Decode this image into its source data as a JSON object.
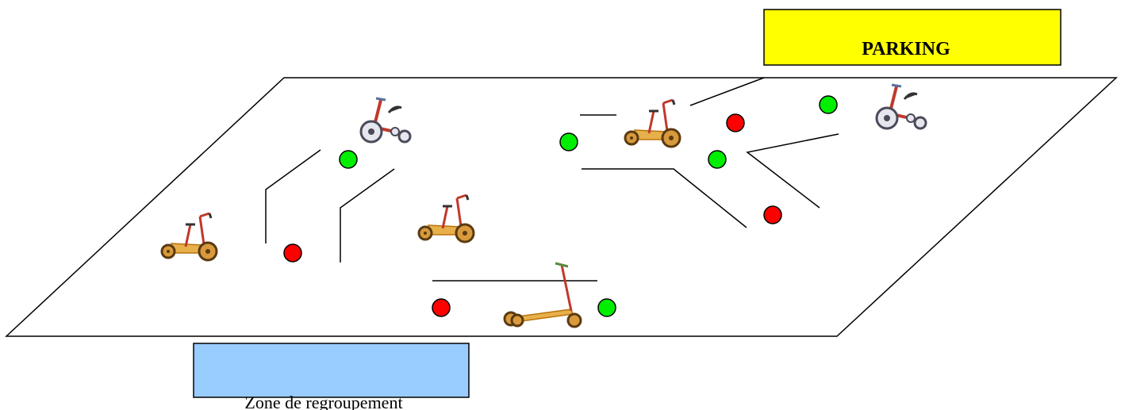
{
  "parking": {
    "label": "PARKING",
    "fill": "#ffff00"
  },
  "gathering_zone": {
    "label": "Zone de regroupement",
    "fill": "#99ccff"
  },
  "colors": {
    "red_marker": "#ff0000",
    "green_marker": "#00ee00",
    "outline": "#000000"
  },
  "vehicles": [
    {
      "kind": "tricycle-wood",
      "id": "tricycle-left"
    },
    {
      "kind": "tricycle-blue",
      "id": "tricycle-top"
    },
    {
      "kind": "tricycle-wood",
      "id": "tricycle-center"
    },
    {
      "kind": "tricycle-wood",
      "id": "tricycle-upper-right"
    },
    {
      "kind": "tricycle-blue",
      "id": "tricycle-parking"
    },
    {
      "kind": "scooter",
      "id": "scooter-bottom"
    }
  ]
}
